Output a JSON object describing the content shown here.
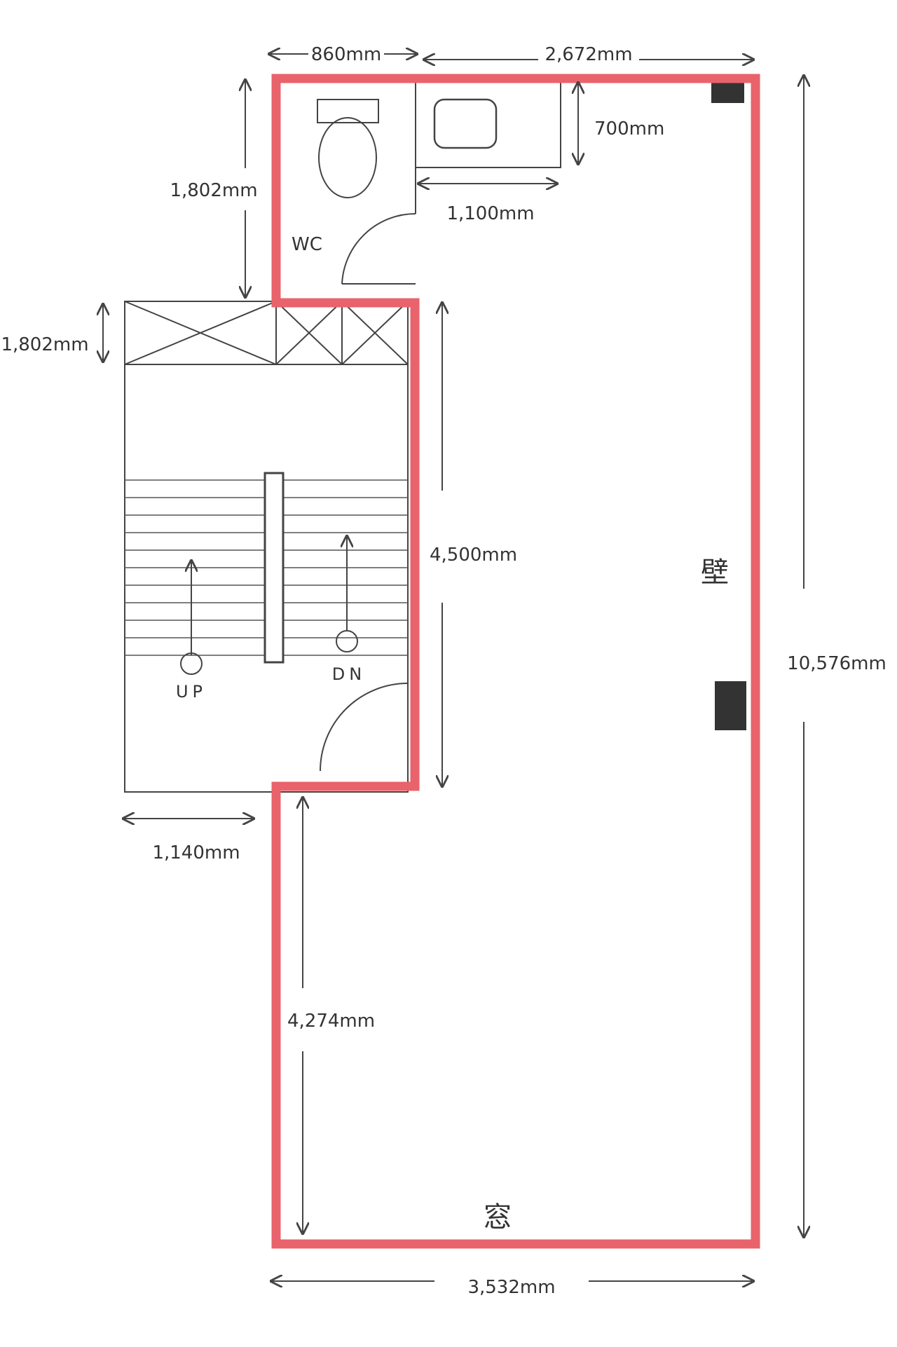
{
  "plan": {
    "dimensions": {
      "d860": "860mm",
      "d2672": "2,672mm",
      "d700": "700mm",
      "d1100": "1,100mm",
      "d1802_top": "1,802mm",
      "d1802_left": "1,802mm",
      "d4500": "4,500mm",
      "d10576": "10,576mm",
      "d1140": "1,140mm",
      "d4274": "4,274mm",
      "d3532": "3,532mm"
    },
    "labels": {
      "wc": "WC",
      "up": "UP",
      "dn": "DN",
      "wall": "壁",
      "window": "窓"
    },
    "colors": {
      "outline": "#e8636b",
      "line": "#444444",
      "pillar": "#333333"
    }
  }
}
